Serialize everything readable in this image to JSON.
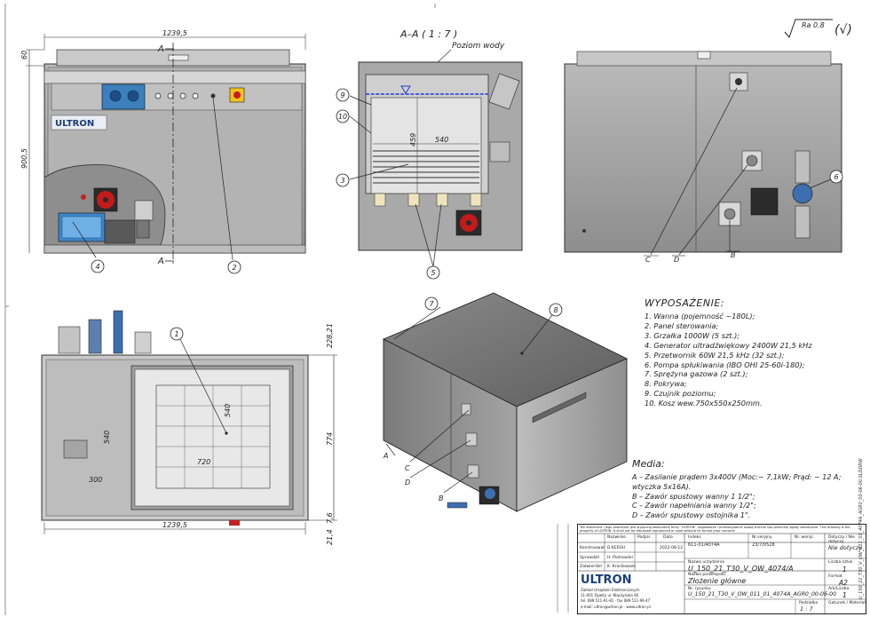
{
  "roughness": {
    "label": "Ra 0.8",
    "paren": "(√)"
  },
  "front_view": {
    "section_mark": "A",
    "dim_width": "1239,5",
    "dim_height": "900,5",
    "dim_top": "60",
    "logo": "ULTRON"
  },
  "section_view": {
    "title": "A–A ( 1 : 7 )",
    "label_water": "Poziom wody",
    "dim_inner_w": "540",
    "dim_inner_h": "459"
  },
  "rear_view": {
    "letters": [
      "C",
      "D",
      "B"
    ]
  },
  "top_view": {
    "dim_width": "1239,5",
    "dim_depth": "774",
    "dim_top": "228,21",
    "dim_bottom": "21,4",
    "dim_bottom2": "7,6",
    "dim_basket_w": "720",
    "dim_basket_h": "540",
    "dim_left_w": "300",
    "dim_left_h": "540"
  },
  "iso_view": {
    "letters": [
      "A",
      "C",
      "D",
      "B"
    ]
  },
  "balloons": {
    "b1": "1",
    "b2": "2",
    "b3": "3",
    "b4": "4",
    "b5": "5",
    "b6": "6",
    "b7": "7",
    "b8": "8",
    "b9": "9",
    "b10": "10"
  },
  "equipment": {
    "title": "WYPOSAŻENIE:",
    "items": [
      "1. Wanna (pojemność ~180L);",
      "2. Panel sterowania;",
      "3. Grzałka 1000W (5 szt.);",
      "4. Generator ultradźwiękowy 2400W 21,5 kHz",
      "5. Przetwornik 60W 21,5 kHz (32 szt.);",
      "6. Pompa spłukiwania (IBO OHI 25-60i-180);",
      "7. Sprężyna gazowa (2 szt.);",
      "8. Pokrywa;",
      "9. Czujnik poziomu;",
      "10. Kosz wew.750x550x250mm."
    ]
  },
  "media": {
    "title": "Media:",
    "items": [
      "A – Zasilanie prądem 3x400V (Moc:~ 7,1kW; Prąd: ~ 12 A; wtyczka 5x16A).",
      "B – Zawór spustowy wanny 1 1/2\";",
      "C – Zawór napełniania wanny 1/2\";",
      "D – Zawór spustowy ostojnika 1\"."
    ]
  },
  "title_block": {
    "note": "Ten dokument i jego zawartość jest wyłączną własnością firmy \"ULTRON\". Kopiowanie i przekazywanie osobą trzecim bez pisemnej zgody zabronione. This drawing is the property of ULTRON. It shall not be disclosed reproduced or used without its formal prior consent.",
    "col_name": "Nazwisko",
    "col_sign": "Podpis",
    "col_date": "Data",
    "lbl_index": "Indeks",
    "val_index": "611-01/4074A",
    "lbl_serial": "Nr.seryjny",
    "val_serial": "23/7/0528",
    "lbl_weight": "Nr. wersji",
    "lbl_material": "Gatunek / Materiał",
    "lbl_designer": "Konstruował",
    "val_designer": "D.KERSH",
    "lbl_checked": "Sprawdził",
    "val_checked": "H. Piotrowski",
    "lbl_approved": "Zatwierdził",
    "val_approved": "K. Krasikowski",
    "val_date": "2022-08-12",
    "lbl_device": "Nazwa urządzenia",
    "val_device": "U_150_21_T30_V_OW_4074/A",
    "lbl_subassy": "Nazwa podzespołu",
    "val_subassy": "Złożenie główne",
    "lbl_drawing": "Nr. rysunku",
    "val_drawing": "U_150_21_T30_V_OW_011_01_4074A_AGR0_00-06-00",
    "lbl_scale": "Podziałka",
    "val_scale": "1 : 7",
    "lbl_sheet": "Ark/Liczba",
    "val_sheet": "1",
    "lbl_qty": "Liczba sztuk",
    "val_qty": "1",
    "lbl_format": "Format",
    "val_format": "A2",
    "lbl_type": "Dotyczy / Nie dotyczy",
    "val_type": "Nie dotyczy",
    "company": "ULTRON",
    "company_sub": "Zakład Urządzeń Elektronicznych",
    "company_addr": "11-001 Dywity ul. Kłączyńska 46",
    "company_tel": "tel. 089 511-91-81 · fax 089 511-96-47",
    "company_mail": "e-mail: ultron@ultron.pl · www.ultron.pl"
  },
  "side_strip": "U_150_21_T30_V_OW_011_01_4074A_AGR0_00-06-00.SLDDRW"
}
